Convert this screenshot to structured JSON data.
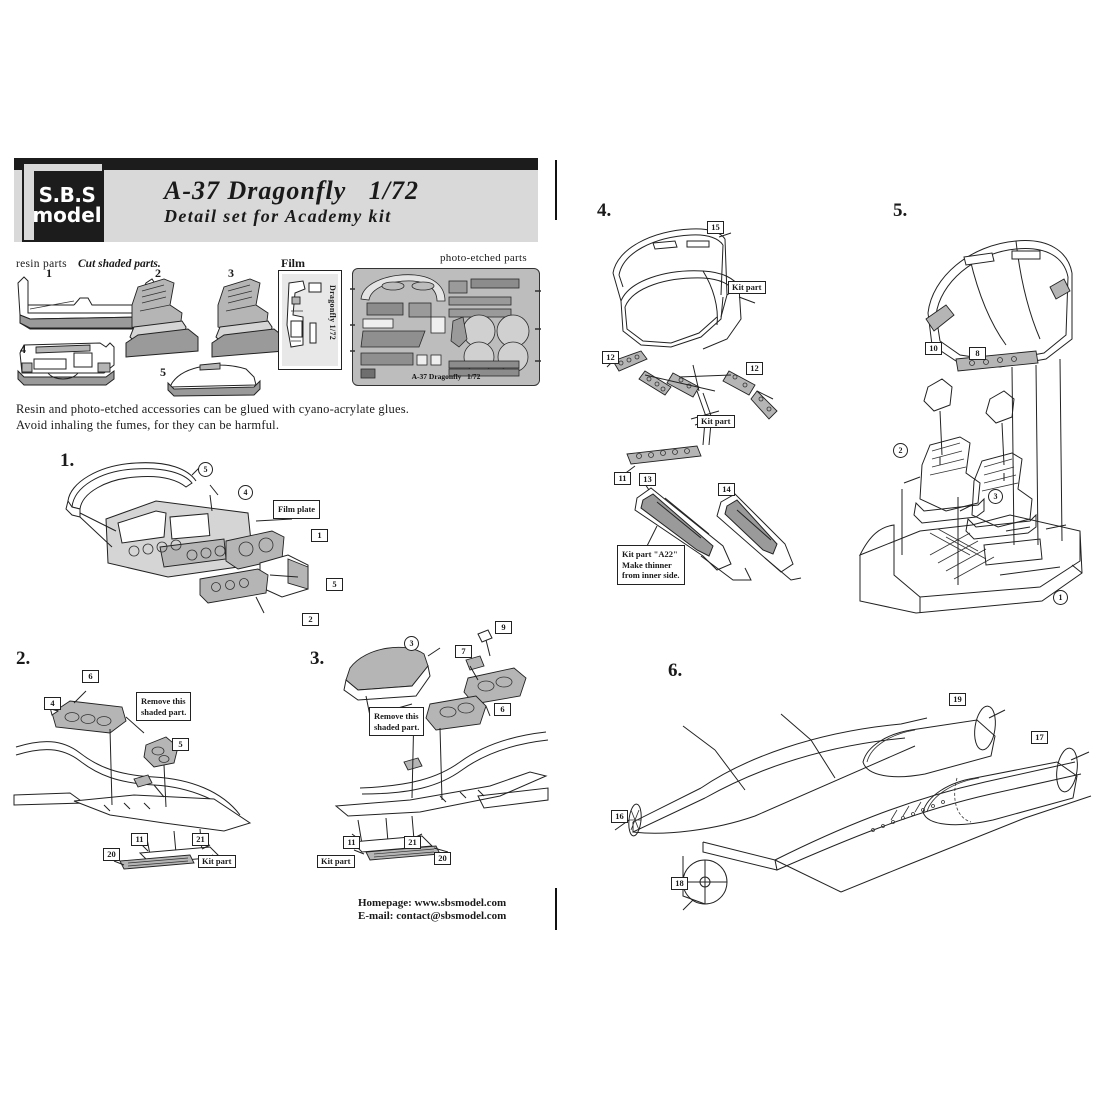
{
  "header": {
    "logo_line1": "S.B.S",
    "logo_line2": "model",
    "title": "A-37 Dragonfly   1/72",
    "subtitle": "Detail set for Academy kit"
  },
  "parts_row": {
    "resin_label": "resin parts",
    "cut_note": "Cut shaded parts.",
    "film_label": "Film",
    "pe_label": "photo-etched parts",
    "film_vertical_text": "Dragonfly 1/72",
    "pe_fret_caption": "A-37 Dragonfly   1/72",
    "resin_part_numbers": [
      "1",
      "2",
      "3",
      "4",
      "5"
    ]
  },
  "warning": {
    "line1": "Resin and photo-etched accessories can be glued with cyano-acrylate glues.",
    "line2": "Avoid inhaling the fumes, for they can be harmful."
  },
  "steps": {
    "s1": {
      "number": "1.",
      "callouts": [
        "5",
        "4",
        "1",
        "5",
        "2"
      ],
      "film_plate_note": "Film plate"
    },
    "s2": {
      "number": "2.",
      "callouts": [
        "6",
        "4",
        "5",
        "11",
        "21",
        "20"
      ],
      "remove_note": "Remove this\nshaded part.",
      "kit_part": "Kit part"
    },
    "s3": {
      "number": "3.",
      "callouts": [
        "3",
        "9",
        "7",
        "6",
        "11",
        "21",
        "20"
      ],
      "remove_note": "Remove this\nshaded part.",
      "kit_part": "Kit part"
    },
    "s4": {
      "number": "4.",
      "callouts": [
        "15",
        "12",
        "12",
        "11",
        "13",
        "14"
      ],
      "kit_part_upper": "Kit part",
      "kit_part_lower": "Kit part",
      "thin_note": "Kit part \"A22\"\nMake thinner\nfrom inner side."
    },
    "s5": {
      "number": "5.",
      "box_callouts": [
        "10",
        "8"
      ],
      "circle_callouts": [
        "2",
        "3",
        "1"
      ]
    },
    "s6": {
      "number": "6.",
      "callouts": [
        "19",
        "17",
        "16",
        "18"
      ]
    }
  },
  "footer": {
    "homepage": "Homepage: www.sbsmodel.com",
    "email": "E-mail:  contact@sbsmodel.com"
  },
  "colors": {
    "ink": "#1a1a1a",
    "header_bar": "#1c1c1c",
    "header_bg": "#d9d9d9",
    "fret_grey": "#bdbdbd",
    "shade_grey": "#9a9a9a"
  }
}
